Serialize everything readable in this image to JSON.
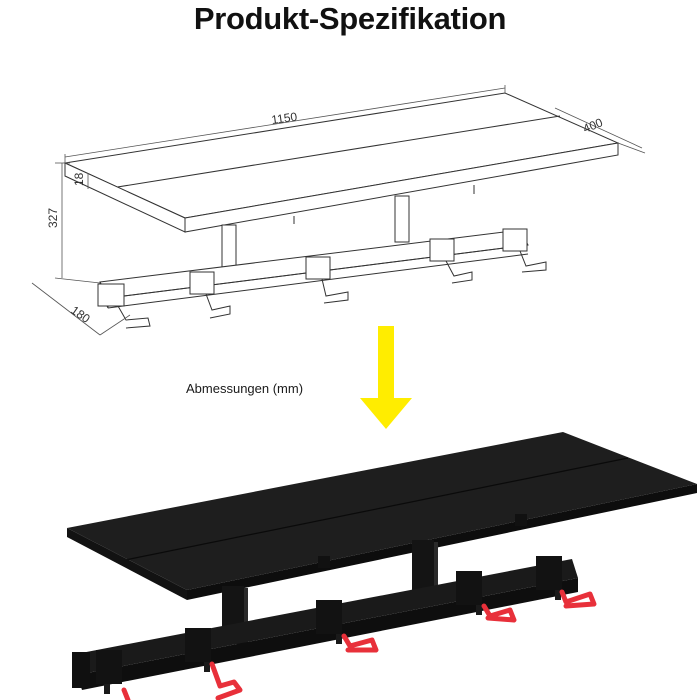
{
  "title": "Produkt-Spezifikation",
  "caption": "Abmessungen (mm)",
  "dimensions": {
    "length": "1150",
    "depth": "400",
    "thickness": "18",
    "height": "327",
    "rail_depth": "180"
  },
  "colors": {
    "arrow": "#ffed00",
    "hook": "#e8303a",
    "shelf": "#1c1c1c"
  }
}
